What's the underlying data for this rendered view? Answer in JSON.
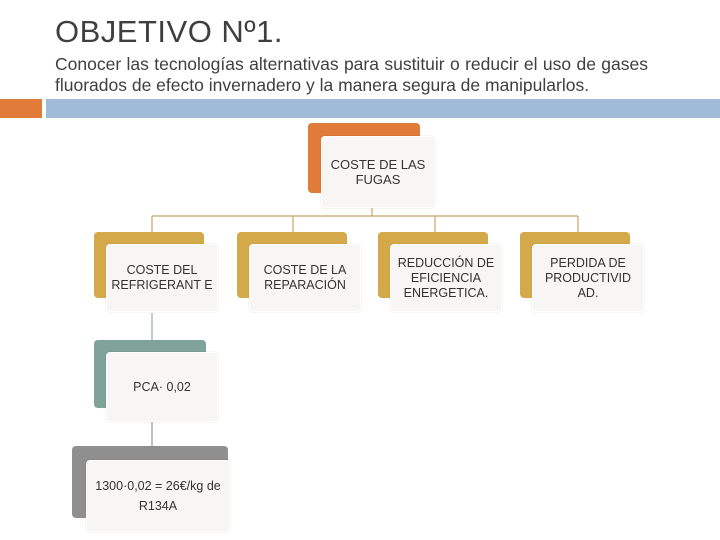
{
  "slide": {
    "title": "OBJETIVO Nº1.",
    "subtitle": "Conocer las tecnologías alternativas para sustituir o reducir el uso de gases fluorados de efecto invernadero y la manera segura de manipularlos."
  },
  "diagram": {
    "root": {
      "label": "COSTE DE LAS FUGAS",
      "color": "#e07b39"
    },
    "children": [
      {
        "label": "COSTE DEL REFRIGERANT E",
        "color": "#d4a94a"
      },
      {
        "label": "COSTE DE LA REPARACIÓN",
        "color": "#d4a94a"
      },
      {
        "label": "REDUCCIÓN DE EFICIENCIA ENERGETICA.",
        "color": "#d4a94a"
      },
      {
        "label": "PERDIDA DE PRODUCTIVID AD.",
        "color": "#d4a94a"
      }
    ],
    "sub1": {
      "label": "PCA· 0,02",
      "color": "#7fa398"
    },
    "sub2": {
      "label": "1300·0,02 = 26€/kg de R134A",
      "color": "#8f8f8f"
    }
  }
}
